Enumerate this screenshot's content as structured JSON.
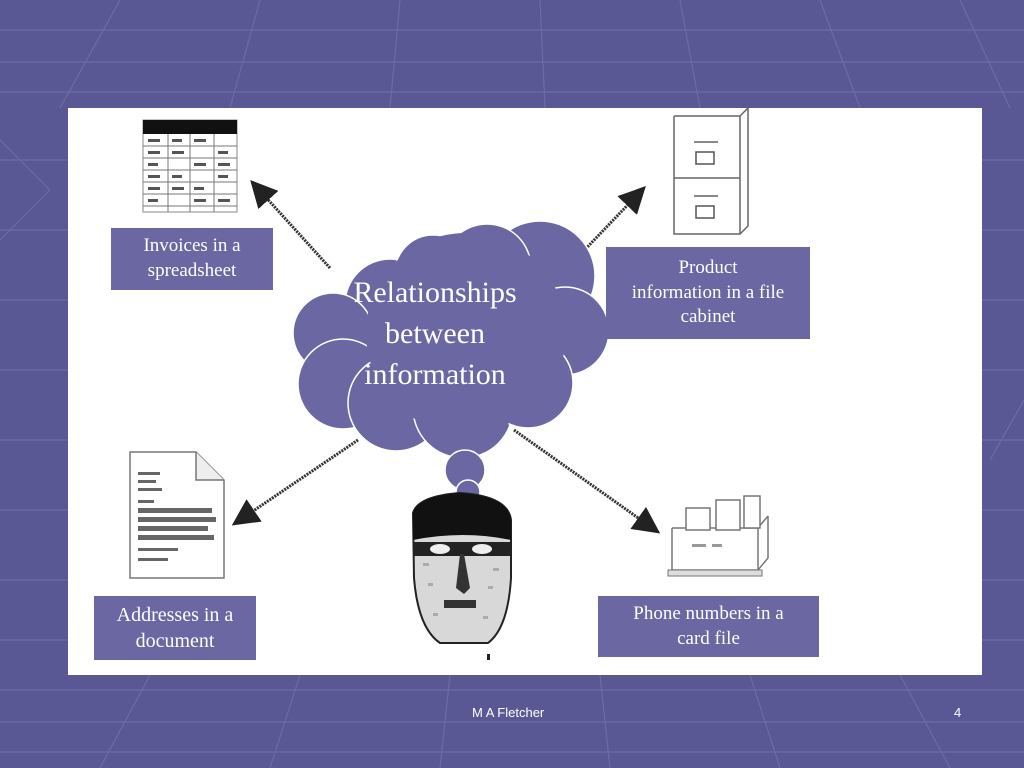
{
  "cloud": {
    "line1": "Relationships",
    "line2": "between",
    "line3": "information"
  },
  "labels": {
    "invoices": {
      "line1": "Invoices in a",
      "line2": "spreadsheet"
    },
    "product": {
      "line1": "Product",
      "line2": "information in a file",
      "line3": "cabinet"
    },
    "addresses": {
      "line1": "Addresses in a",
      "line2": "document"
    },
    "phone": {
      "line1": "Phone numbers in a",
      "line2": "card file"
    }
  },
  "footer": {
    "author": "M A Fletcher",
    "page_number": "4"
  },
  "colors": {
    "background": "#5a5894",
    "label_fill": "#6a67a2",
    "cloud_fill": "#6a67a2",
    "panel": "#ffffff"
  },
  "icons": [
    "spreadsheet-icon",
    "file-cabinet-icon",
    "document-icon",
    "card-file-icon",
    "face-icon",
    "thought-cloud-icon"
  ]
}
